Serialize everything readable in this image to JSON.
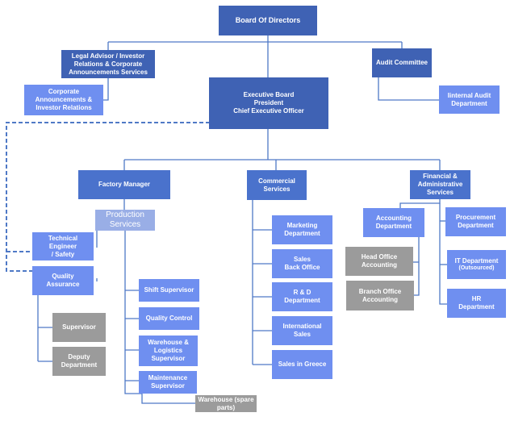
{
  "colors": {
    "dark": "#3f62b4",
    "mid": "#4a72cc",
    "light": "#6f8ff0",
    "gray": "#9b9b9b",
    "soft": "#99aee6",
    "line": "#4f79c6"
  },
  "nodes": {
    "board": "Board Of Directors",
    "legal": "Legal Advisor / Investor\nRelations & Corporate\nAnnouncements Services",
    "corporate": "Corporate\nAnnouncements &\nInvestor Relations",
    "executive": "Executive Board\nPresident\nChief Executive Officer",
    "audit": "Audit Committee",
    "internal_audit": "Iinternal Audit\nDepartment",
    "factory": "Factory Manager",
    "production": "Production\nServices",
    "tech": "Technical Engineer\n/ Safety",
    "quality_assurance": "Quality\nAssurance",
    "supervisor": "Supervisor",
    "deputy": "Deputy\nDepartment",
    "shift": "Shift Supervisor",
    "quality_control": "Quality Control",
    "warehouse_log": "Warehouse &\nLogistics\nSupervisor",
    "maintenance": "Maintenance\nSupervisor",
    "warehouse_spare": "Warehouse (spare\nparts)",
    "commercial": "Commercial\nServices",
    "marketing": "Marketing\nDepartment",
    "sales_bo": "Sales\nBack Office",
    "rd": "R & D\nDepartment",
    "intl": "International\nSales",
    "greece": "Sales in Greece",
    "financial": "Financial &\nAdministrative\nServices",
    "accounting": "Accounting\nDepartment",
    "head_office": "Head Office\nAccounting",
    "branch_office": "Branch Office\nAccounting",
    "procurement": "Procurement\nDepartment",
    "it": "IT Department",
    "it_note": "(Outsourced)",
    "hr": "HR\nDepartment"
  }
}
